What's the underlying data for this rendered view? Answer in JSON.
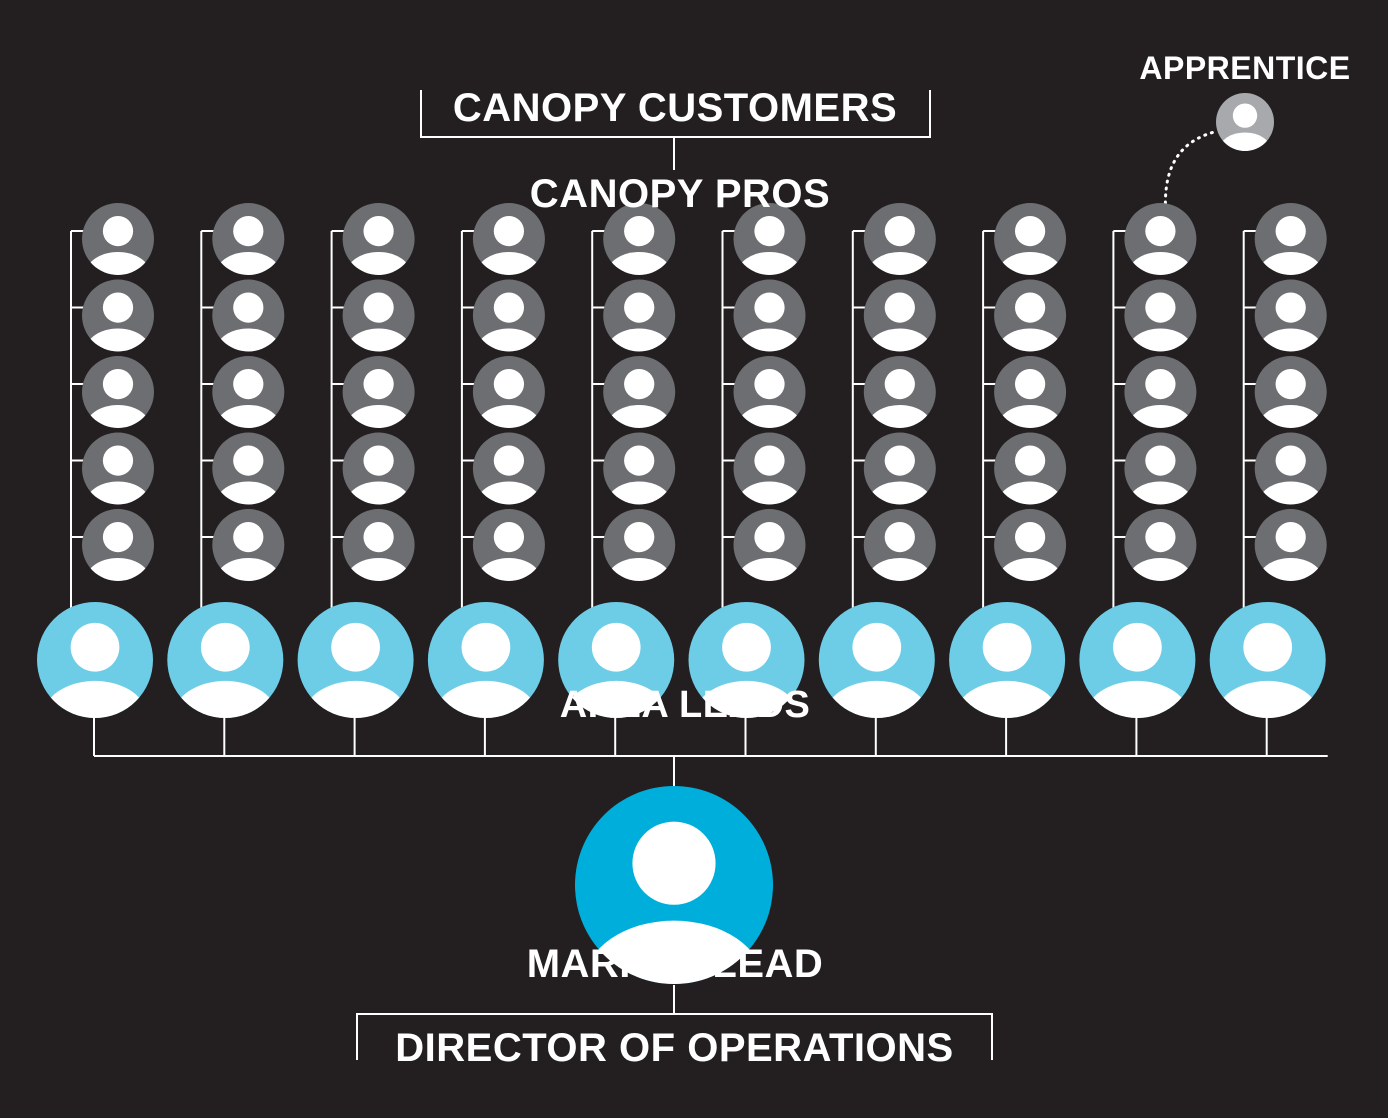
{
  "labels": {
    "canopy_customers": "CANOPY CUSTOMERS",
    "canopy_pros": "CANOPY PROS",
    "apprentice": "APPRENTICE",
    "area_leads": "AREA LEADS",
    "market_lead": "MARKET LEAD",
    "director_of_operations": "DIRECTOR OF OPERATIONS"
  },
  "structure": {
    "area_lead_count": 10,
    "pros_per_area_lead": 5,
    "apprentice_attached_to_column": 9
  },
  "colors": {
    "background": "#231f20",
    "line": "#ffffff",
    "pro_avatar": "#6d6e71",
    "area_lead_avatar": "#6dcce6",
    "market_lead_avatar": "#00aedb",
    "apprentice_avatar": "#a7a9ac",
    "avatar_figure": "#ffffff"
  },
  "icons": {
    "avatar": "person-icon"
  }
}
